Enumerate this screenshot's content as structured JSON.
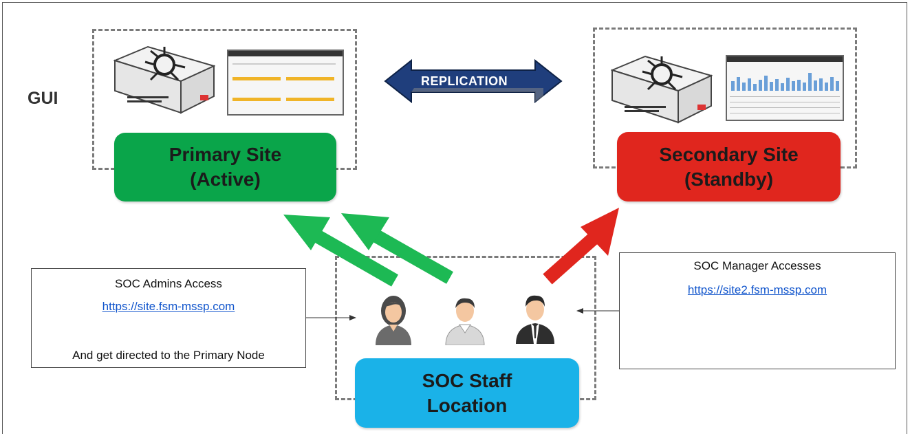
{
  "gui_label": "GUI",
  "replication_label": "REPLICATION",
  "primary_site": {
    "label": "Primary Site\n(Active)",
    "color": "#0aa54a"
  },
  "secondary_site": {
    "label": "Secondary Site\n(Standby)",
    "color": "#e0261e"
  },
  "soc_staff": {
    "label": "SOC Staff\nLocation",
    "color": "#1ab2e8"
  },
  "admins_box": {
    "title": "SOC Admins Access",
    "url": "https://site.fsm-mssp.com",
    "note": "And get directed to the Primary Node"
  },
  "manager_box": {
    "title": "SOC Manager Accesses",
    "url": "https://site2.fsm-mssp.com"
  },
  "colors": {
    "green_arrow": "#1db954",
    "red_arrow": "#e0261e",
    "replication_arrow": "#1f3e7c",
    "link": "#1155cc"
  },
  "icons": [
    "appliance-icon",
    "dashboard-screenshot-icon",
    "user-female-icon",
    "user-male-icon",
    "user-suit-icon"
  ]
}
